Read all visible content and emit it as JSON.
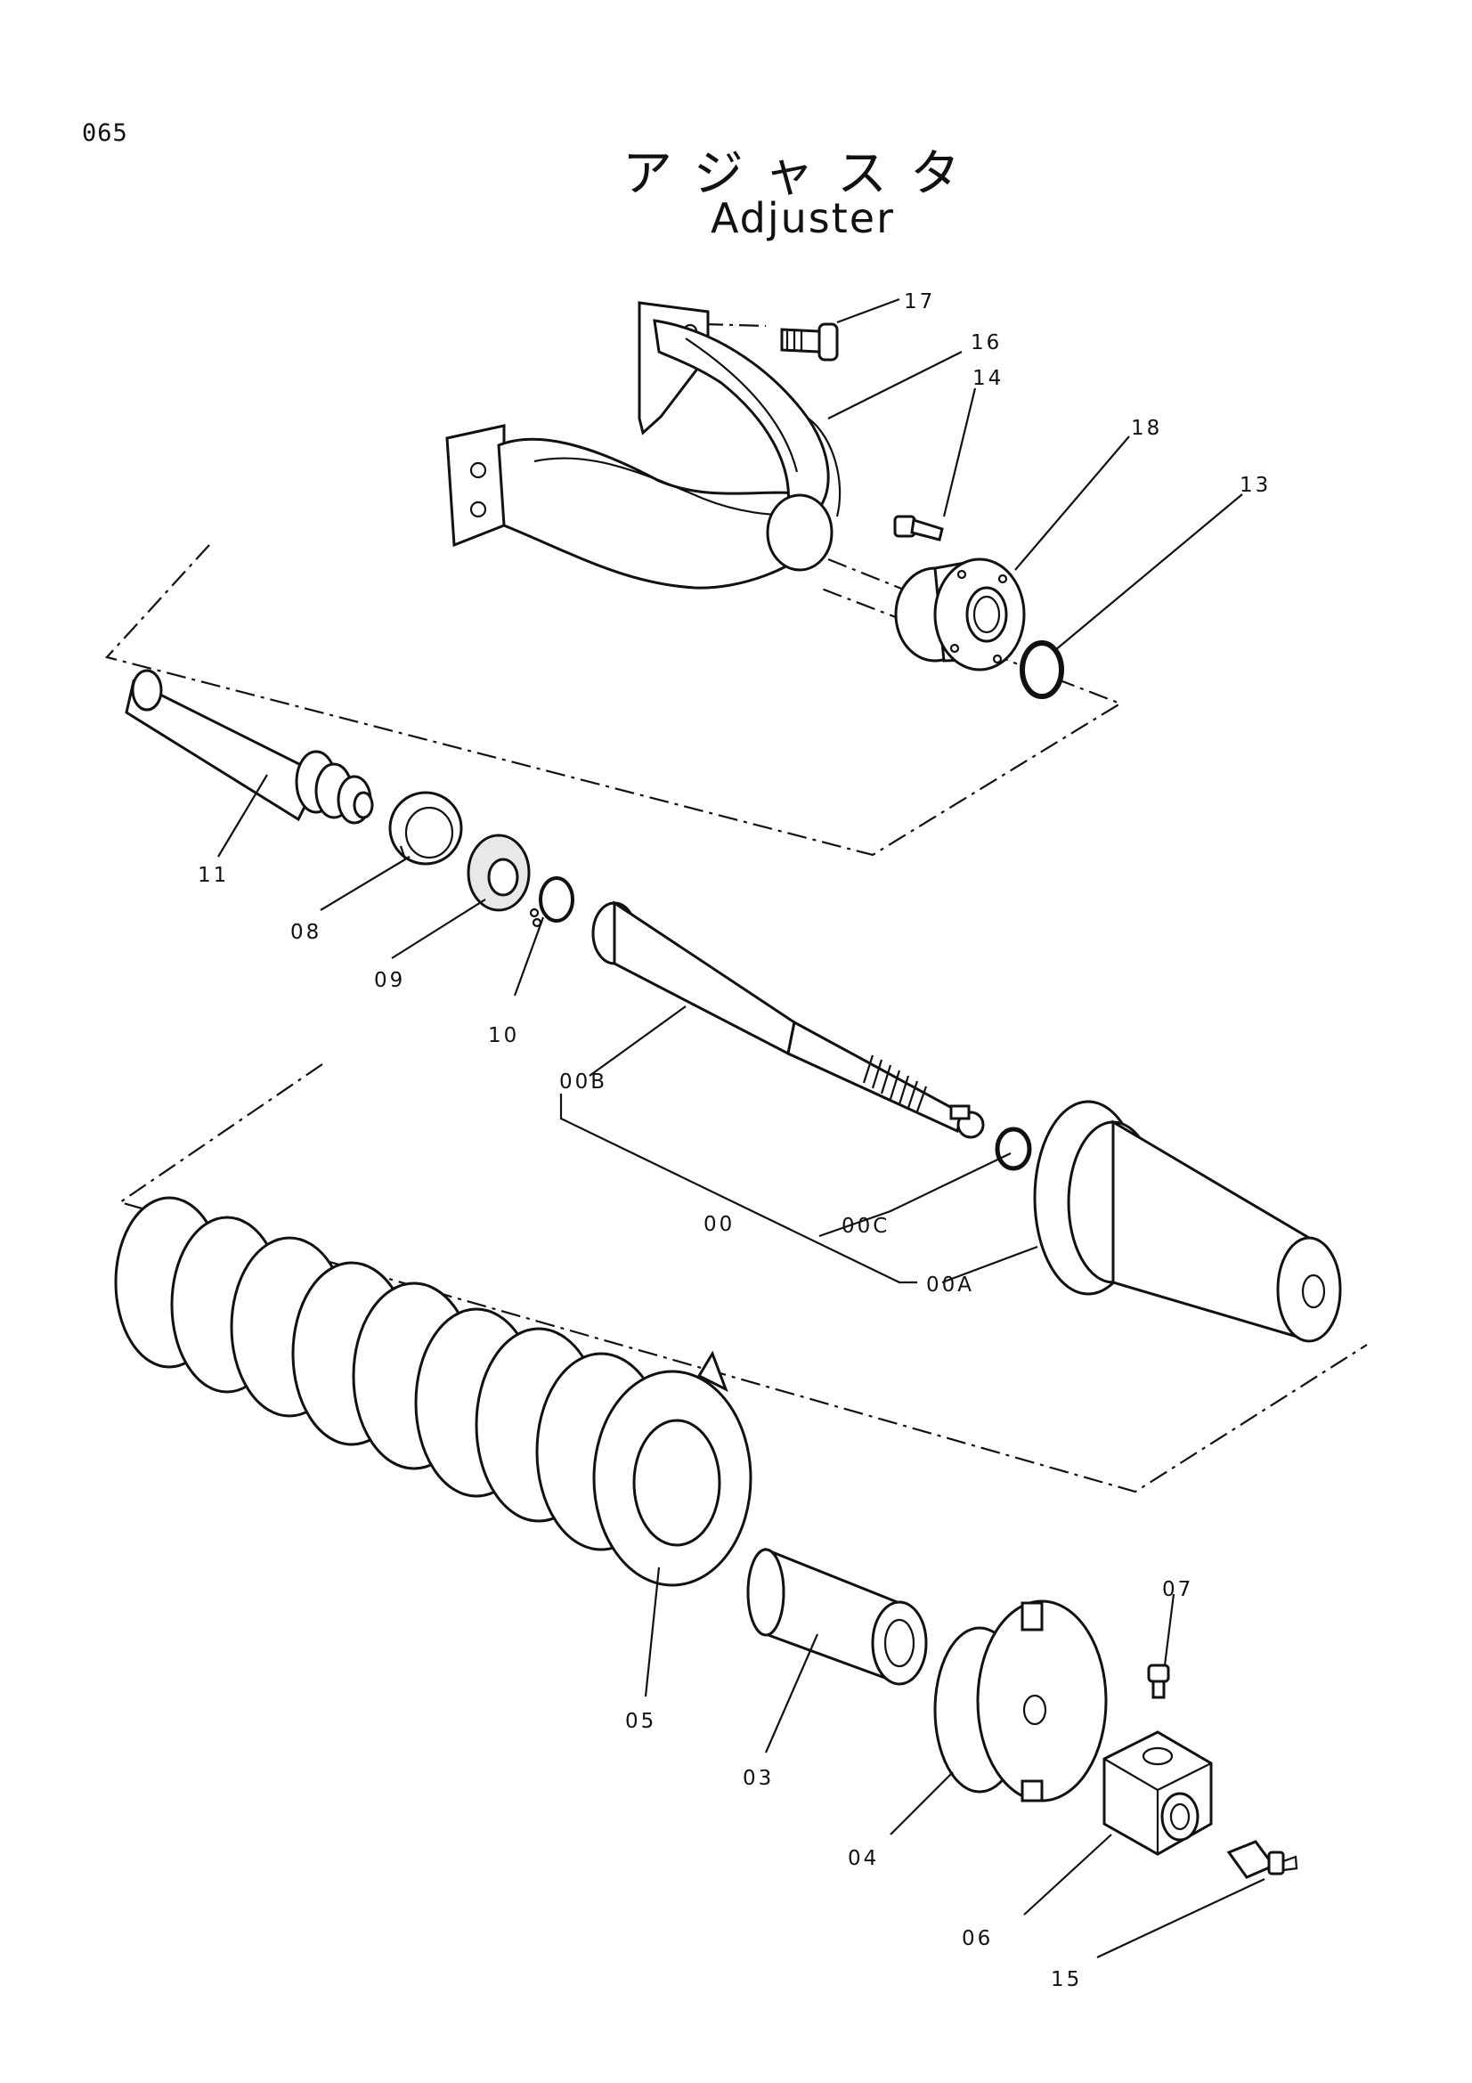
{
  "page_code": "065",
  "title_ja": "アジャスタ",
  "title_en": "Adjuster",
  "callouts": {
    "p17": "17",
    "p16": "16",
    "p14": "14",
    "p18": "18",
    "p13": "13",
    "p11": "11",
    "p08": "08",
    "p09": "09",
    "p10": "10",
    "p00B": "00B",
    "p00": "00",
    "p00C": "00C",
    "p00A": "00A",
    "p05": "05",
    "p03": "03",
    "p04": "04",
    "p07": "07",
    "p06": "06",
    "p15": "15"
  }
}
